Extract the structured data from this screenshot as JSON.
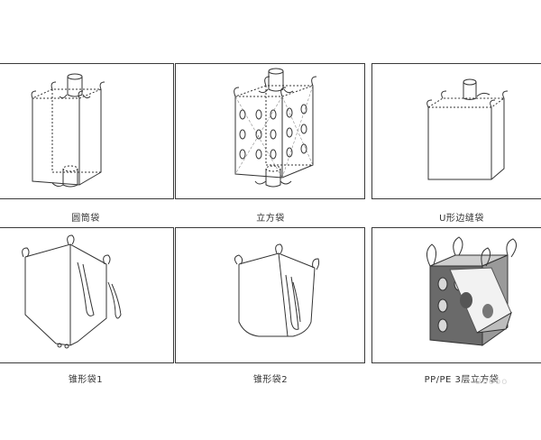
{
  "products": [
    {
      "caption": "圆筒袋"
    },
    {
      "caption": "立方袋"
    },
    {
      "caption": "U形边缝袋"
    },
    {
      "caption": "锥形袋1"
    },
    {
      "caption": "锥形袋2"
    },
    {
      "caption": "PP/PE 3层立方袋"
    }
  ],
  "watermark": "Ooooo"
}
